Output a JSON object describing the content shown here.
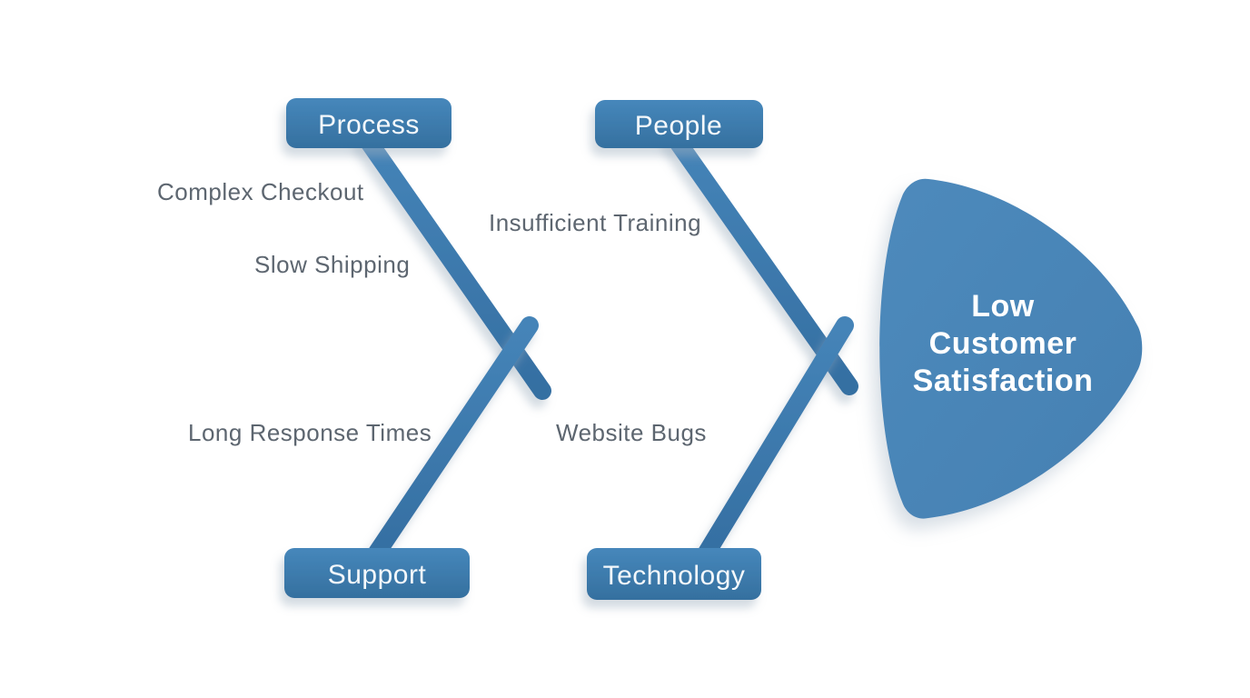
{
  "diagram": {
    "type": "fishbone",
    "effect": {
      "label": "Low Customer Satisfaction",
      "label_lines": [
        "Low",
        "Customer",
        "Satisfaction"
      ]
    },
    "categories": [
      {
        "label": "Process",
        "position": "top-left",
        "causes": [
          "Complex Checkout",
          "Slow Shipping"
        ]
      },
      {
        "label": "People",
        "position": "top-right",
        "causes": [
          "Insufficient Training"
        ]
      },
      {
        "label": "Support",
        "position": "bottom-left",
        "causes": [
          "Long Response Times"
        ]
      },
      {
        "label": "Technology",
        "position": "bottom-right",
        "causes": [
          "Website Bugs"
        ]
      }
    ],
    "colors": {
      "spine_blue": "#3c7cb1",
      "bone_blue": "#3d7db2",
      "category_box_blue": "#3a7cb0",
      "head_blue": "#4a86b8",
      "cause_bar_gray": "#9aa5b1",
      "cause_text_gray": "#5d6670",
      "label_white": "#ffffff",
      "background": "#ffffff"
    }
  }
}
